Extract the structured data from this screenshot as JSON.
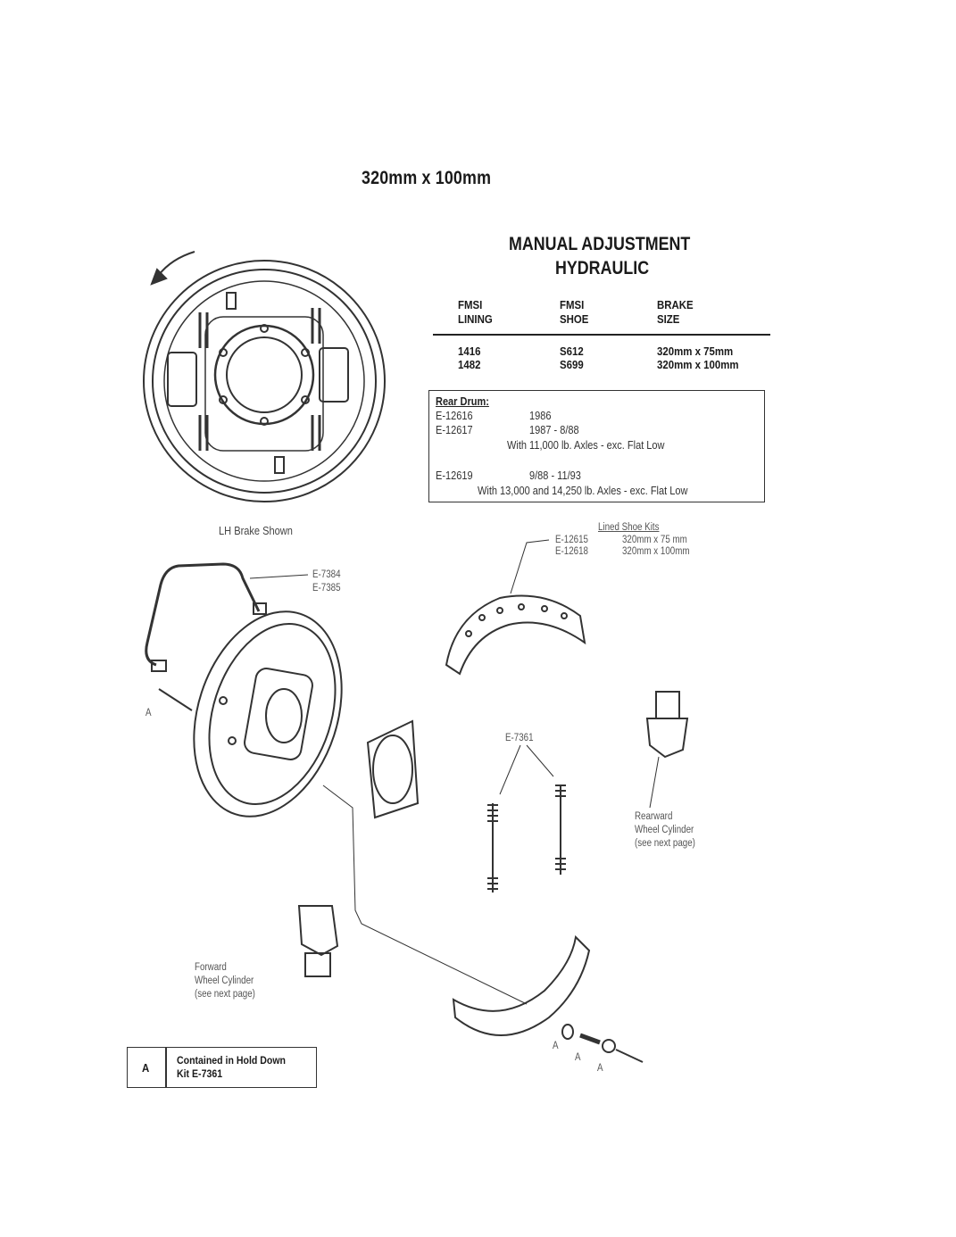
{
  "page_title": "320mm x 100mm",
  "heading": {
    "line1": "MANUAL ADJUSTMENT",
    "line2": "HYDRAULIC"
  },
  "spec_table": {
    "headers": [
      {
        "line1": "FMSI",
        "line2": "LINING"
      },
      {
        "line1": "FMSI",
        "line2": "SHOE"
      },
      {
        "line1": "BRAKE",
        "line2": "SIZE"
      }
    ],
    "rows": [
      {
        "lining": "1416",
        "shoe": "S612",
        "size": "320mm x 75mm"
      },
      {
        "lining": "1482",
        "shoe": "S699",
        "size": "320mm x 100mm"
      }
    ]
  },
  "rear_drum": {
    "title": "Rear Drum:",
    "entries": [
      {
        "part": "E-12616",
        "years": "1986",
        "note": ""
      },
      {
        "part": "E-12617",
        "years": "1987 - 8/88",
        "note": "With 11,000 lb. Axles - exc. Flat Low"
      },
      {
        "part": "E-12619",
        "years": "9/88 - 11/93",
        "note": "With 13,000 and 14,250 lb. Axles - exc. Flat Low"
      }
    ]
  },
  "labels": {
    "lh_brake": "LH Brake Shown",
    "brake_line_parts": [
      "E-7384",
      "E-7385"
    ],
    "lined_shoe_kits_title": "Lined Shoe Kits",
    "lined_shoe_kits": [
      {
        "part": "E-12615",
        "size": "320mm x 75 mm"
      },
      {
        "part": "E-12618",
        "size": "320mm x 100mm"
      }
    ],
    "spring_kit": "E-7361",
    "rearward_cylinder": [
      "Rearward",
      "Wheel Cylinder",
      "(see next page)"
    ],
    "forward_cylinder": [
      "Forward",
      "Wheel Cylinder",
      "(see next page)"
    ],
    "callout_a": "A"
  },
  "legend": {
    "key": "A",
    "text_line1": "Contained in Hold Down",
    "text_line2": "Kit E-7361"
  }
}
